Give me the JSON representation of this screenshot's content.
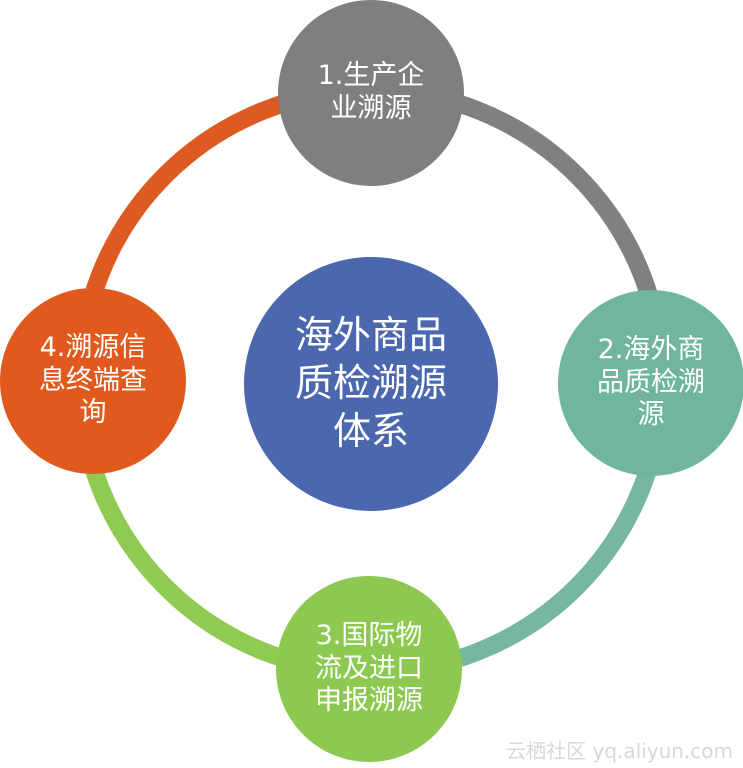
{
  "diagram": {
    "center": {
      "label": "海外商品\n质检溯源\n体系",
      "color": "#4a67b0"
    },
    "nodes": [
      {
        "label": "1.生产企\n业溯源",
        "color": "#7f7f7f"
      },
      {
        "label": "2.海外商\n品质检溯\n源",
        "color": "#70b59f"
      },
      {
        "label": "3.国际物\n流及进口\n申报溯源",
        "color": "#8dc950"
      },
      {
        "label": "4.溯源信\n息终端查\n询",
        "color": "#e05a1e"
      }
    ],
    "arcs": [
      {
        "from": "node-1",
        "to": "node-2",
        "color": "#808080"
      },
      {
        "from": "node-2",
        "to": "node-3",
        "color": "#76b7a2"
      },
      {
        "from": "node-3",
        "to": "node-4",
        "color": "#8fcb52"
      },
      {
        "from": "node-4",
        "to": "node-1",
        "color": "#dd5a20"
      }
    ]
  },
  "watermark": "云栖社区 yq.aliyun.com"
}
